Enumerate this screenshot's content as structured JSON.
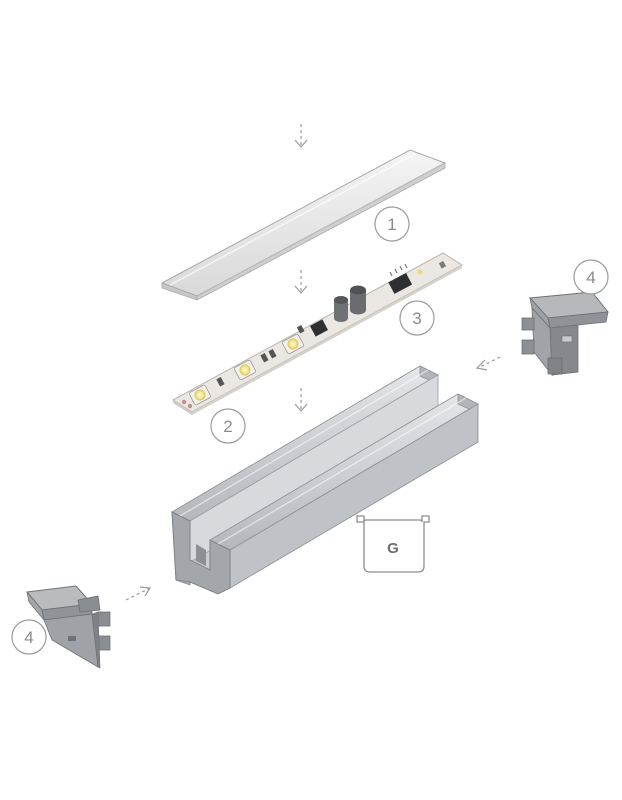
{
  "callouts": {
    "diffuser": "1",
    "led_strip": "2",
    "sensor_module": "3",
    "end_cap_right": "4",
    "end_cap_left": "4"
  },
  "profile_type": {
    "letter": "G"
  },
  "colors": {
    "arrow": "#9a9a9a",
    "callout_ring": "#9a9a9a",
    "aluminium": "#c9ccd0",
    "cap": "#8f9296",
    "pcb": "#ebe8e4"
  },
  "icons": {
    "arrow": "dashed-arrow-icon",
    "profile_section": "profile-cross-section-icon"
  }
}
